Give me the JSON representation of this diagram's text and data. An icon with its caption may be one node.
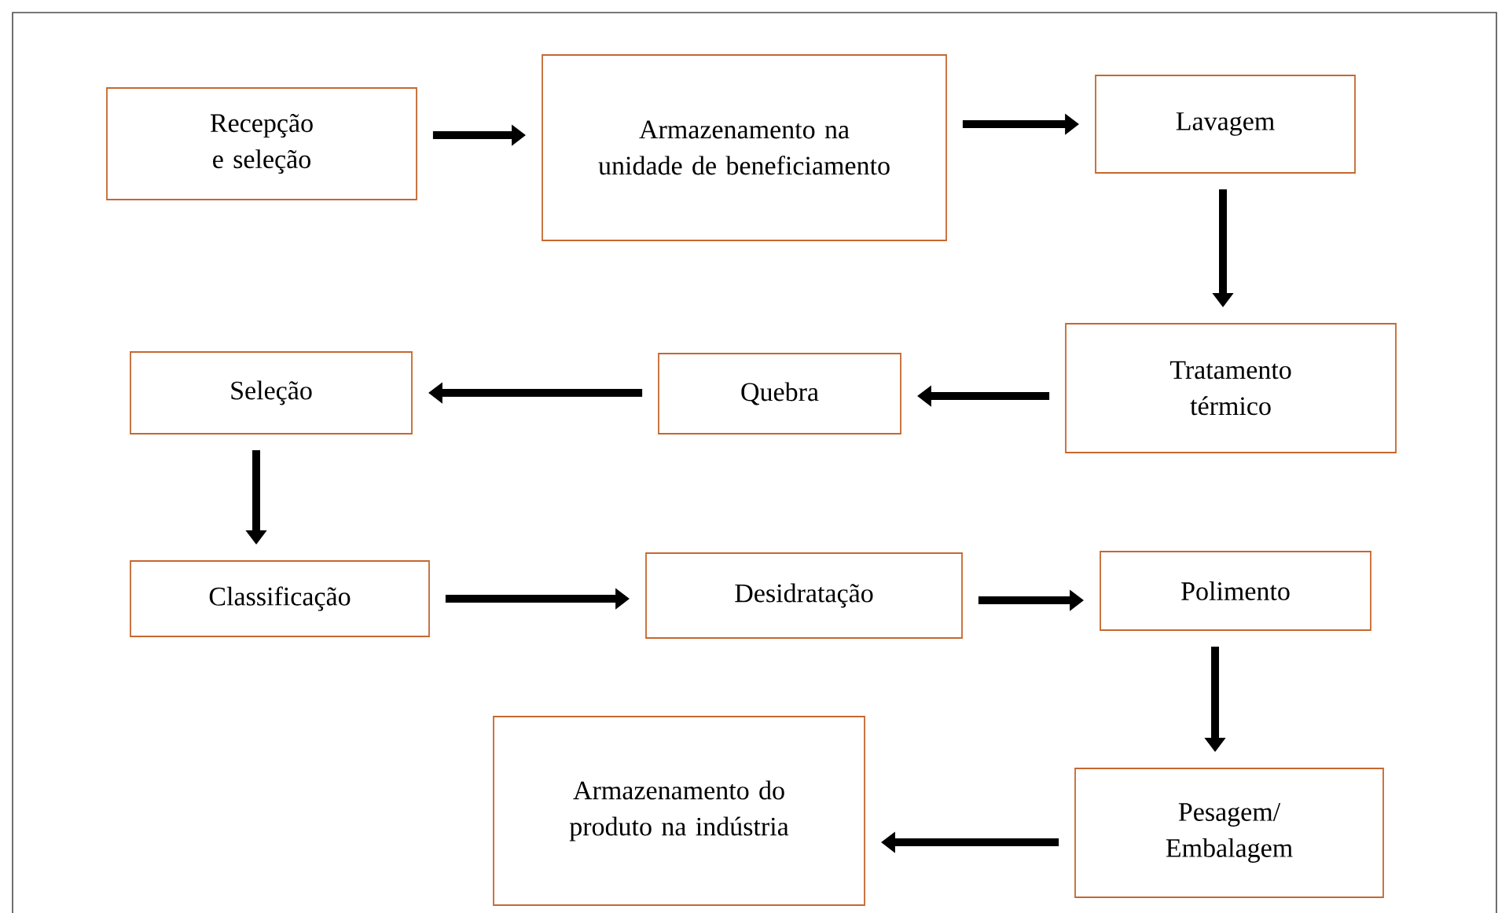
{
  "diagram": {
    "nodes": [
      {
        "text": [
          "Recepção e seleção"
        ]
      },
      {
        "text": [
          "Armazenamento na unidade de beneficiamento"
        ]
      },
      {
        "text": [
          "Lavagem"
        ]
      },
      {
        "text": [
          "Tratamento térmico"
        ]
      },
      {
        "text": [
          "Quebra"
        ]
      },
      {
        "text": [
          "Seleção"
        ]
      },
      {
        "text": [
          "Classificação"
        ]
      },
      {
        "text": [
          "Desidratação"
        ]
      },
      {
        "text": [
          "Polimento"
        ]
      },
      {
        "text": [
          "Pesagem/ Embalagem"
        ]
      },
      {
        "text": [
          "Armazenamento do produto na indústria"
        ]
      }
    ],
    "edges": [
      {
        "from": 0,
        "to": 1,
        "arrow": "to"
      },
      {
        "from": 1,
        "to": 2,
        "arrow": "to"
      },
      {
        "from": 2,
        "to": 3,
        "arrow": "to"
      },
      {
        "from": 3,
        "to": 4,
        "arrow": "to"
      },
      {
        "from": 4,
        "to": 5,
        "arrow": "to"
      },
      {
        "from": 5,
        "to": 6,
        "arrow": "to"
      },
      {
        "from": 6,
        "to": 7,
        "arrow": "to"
      },
      {
        "from": 7,
        "to": 8,
        "arrow": "to"
      },
      {
        "from": 8,
        "to": 9,
        "arrow": "to"
      },
      {
        "from": 9,
        "to": 10,
        "arrow": "to"
      }
    ]
  }
}
